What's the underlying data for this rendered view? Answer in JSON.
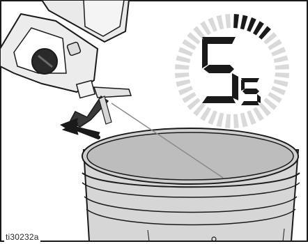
{
  "figure": {
    "figure_id": "ti30232a"
  },
  "timer": {
    "big_digit": "5",
    "unit": "s",
    "total_segments": 40,
    "active_segments": 5,
    "active_color": "#1a1a1a",
    "inactive_color": "#d9d9d9"
  },
  "colors": {
    "bucket_fill": "#d3d3d3",
    "bucket_inner": "#bcbcbc",
    "outline": "#1a1a1a",
    "sprayer_body": "#e9e9e9",
    "sprayer_dark": "#2a2a2a",
    "frame": "#1a1a1a"
  }
}
